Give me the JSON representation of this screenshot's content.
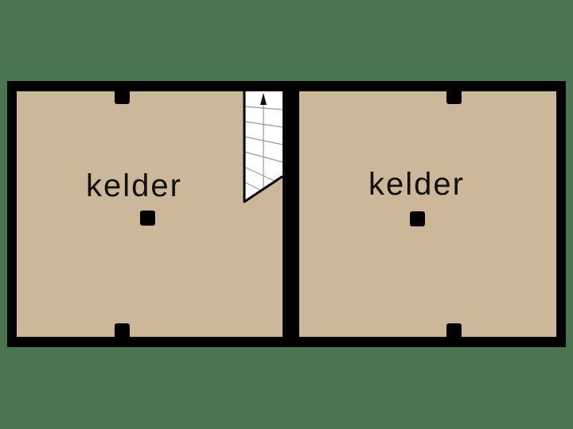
{
  "colors": {
    "background": "#4b7450",
    "wall": "#000000",
    "floor": "#cdb79a",
    "stair": "#ffffff",
    "stair_lines": "#9a9a9a"
  },
  "rooms": [
    {
      "id": "left",
      "label": "kelder"
    },
    {
      "id": "right",
      "label": "kelder"
    }
  ],
  "stair": {
    "direction": "up"
  }
}
